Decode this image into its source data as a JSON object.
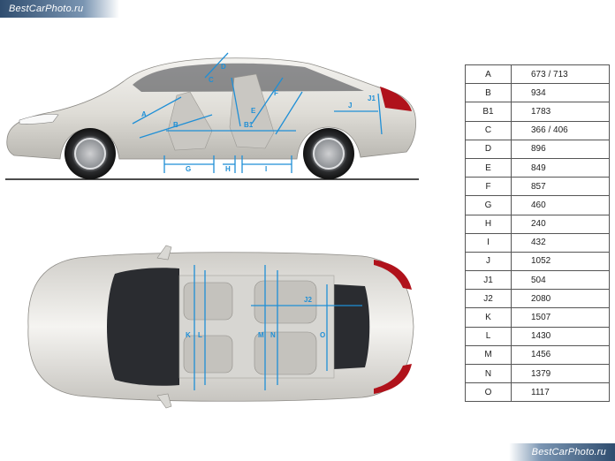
{
  "watermark_top": "BestCarPhoto.ru",
  "watermark_bottom": "BestCarPhoto.ru",
  "side_labels": {
    "A": "A",
    "B": "B",
    "B1": "B1",
    "C": "C",
    "D": "D",
    "E": "E",
    "F": "F",
    "G": "G",
    "H": "H",
    "I": "I",
    "J": "J",
    "J1": "J1"
  },
  "top_labels": {
    "K": "K",
    "L": "L",
    "M": "M",
    "N": "N",
    "O": "O",
    "J2": "J2"
  },
  "table": [
    {
      "code": "A",
      "value": "673 / 713"
    },
    {
      "code": "B",
      "value": "934"
    },
    {
      "code": "B1",
      "value": "1783"
    },
    {
      "code": "C",
      "value": "366 / 406"
    },
    {
      "code": "D",
      "value": "896"
    },
    {
      "code": "E",
      "value": "849"
    },
    {
      "code": "F",
      "value": "857"
    },
    {
      "code": "G",
      "value": "460"
    },
    {
      "code": "H",
      "value": "240"
    },
    {
      "code": "I",
      "value": "432"
    },
    {
      "code": "J",
      "value": "1052"
    },
    {
      "code": "J1",
      "value": "504"
    },
    {
      "code": "J2",
      "value": "2080"
    },
    {
      "code": "K",
      "value": "1507"
    },
    {
      "code": "L",
      "value": "1430"
    },
    {
      "code": "M",
      "value": "1456"
    },
    {
      "code": "N",
      "value": "1379"
    },
    {
      "code": "O",
      "value": "1117"
    }
  ],
  "colors": {
    "dimension_line": "#1f8fd6",
    "body_paint": "#e9e8e4",
    "glass": "#2a2c30",
    "tail_light": "#b0121b"
  }
}
